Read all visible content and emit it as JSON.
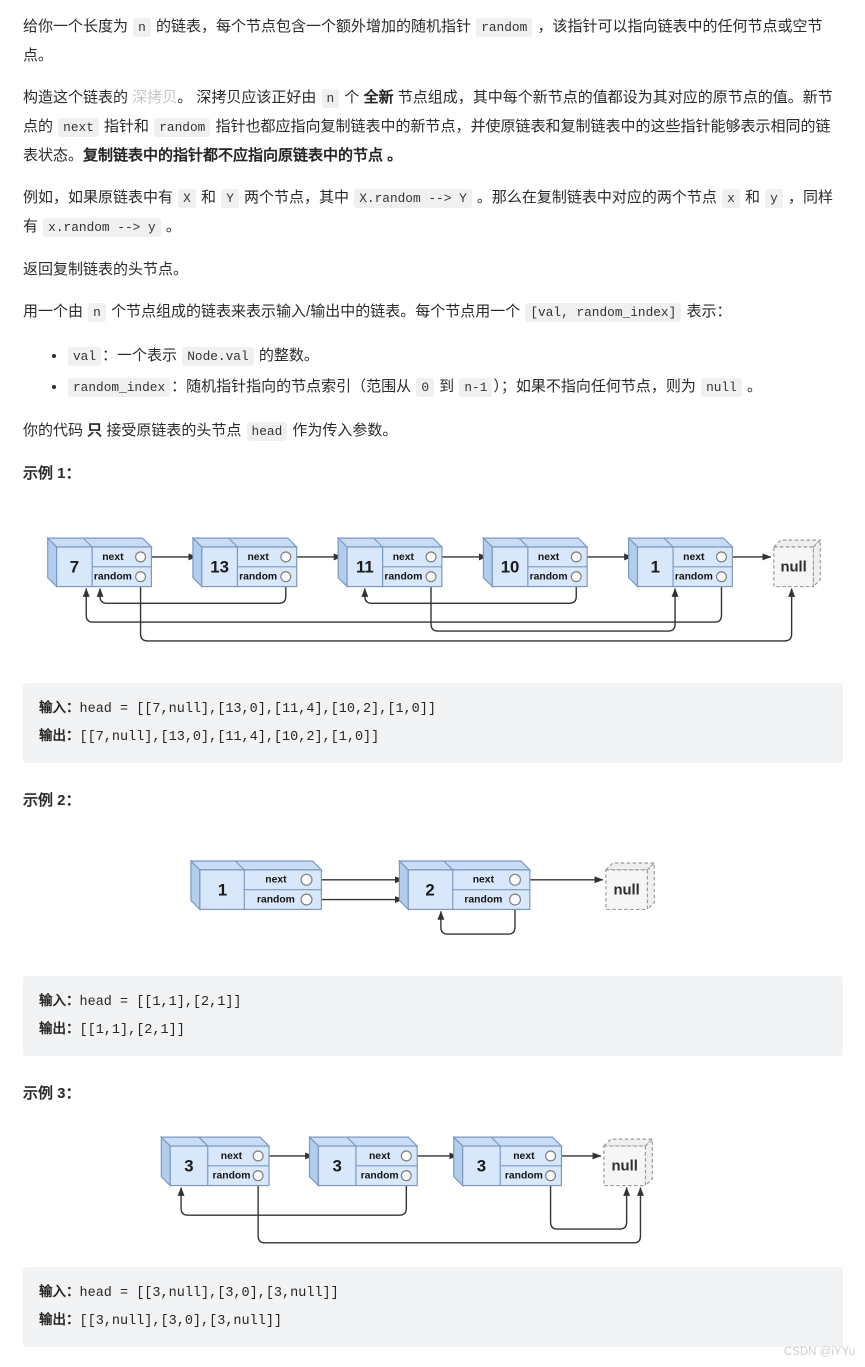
{
  "colors": {
    "node_fill": "#d9e7fa",
    "node_stroke": "#7a99c2",
    "code_bg": "#f0f0f1",
    "link_color": "#c3c5c9",
    "pre_bg": "#f2f3f4",
    "watermark_color": "#cfcfcf"
  },
  "labels": {
    "input": "输入：",
    "output": "输出：",
    "next": "next",
    "random": "random",
    "null": "null"
  },
  "paragraphs": {
    "p1": [
      {
        "t": "text",
        "v": "给你一个长度为 "
      },
      {
        "t": "code",
        "v": "n"
      },
      {
        "t": "text",
        "v": " 的链表，每个节点包含一个额外增加的随机指针 "
      },
      {
        "t": "code",
        "v": "random"
      },
      {
        "t": "text",
        "v": " ，该指针可以指向链表中的任何节点或空节点。"
      }
    ],
    "p2": [
      {
        "t": "text",
        "v": "构造这个链表的 "
      },
      {
        "t": "link",
        "v": "深拷贝"
      },
      {
        "t": "text",
        "v": "。 深拷贝应该正好由 "
      },
      {
        "t": "code",
        "v": "n"
      },
      {
        "t": "text",
        "v": " 个 "
      },
      {
        "t": "bold",
        "v": "全新"
      },
      {
        "t": "text",
        "v": " 节点组成，其中每个新节点的值都设为其对应的原节点的值。新节点的 "
      },
      {
        "t": "code",
        "v": "next"
      },
      {
        "t": "text",
        "v": " 指针和 "
      },
      {
        "t": "code",
        "v": "random"
      },
      {
        "t": "text",
        "v": " 指针也都应指向复制链表中的新节点，并使原链表和复制链表中的这些指针能够表示相同的链表状态。"
      },
      {
        "t": "bold",
        "v": "复制链表中的指针都不应指向原链表中的节点 。"
      }
    ],
    "p3": [
      {
        "t": "text",
        "v": "例如，如果原链表中有 "
      },
      {
        "t": "code",
        "v": "X"
      },
      {
        "t": "text",
        "v": " 和 "
      },
      {
        "t": "code",
        "v": "Y"
      },
      {
        "t": "text",
        "v": " 两个节点，其中 "
      },
      {
        "t": "code",
        "v": "X.random --> Y"
      },
      {
        "t": "text",
        "v": " 。那么在复制链表中对应的两个节点 "
      },
      {
        "t": "code",
        "v": "x"
      },
      {
        "t": "text",
        "v": " 和 "
      },
      {
        "t": "code",
        "v": "y"
      },
      {
        "t": "text",
        "v": " ，同样有 "
      },
      {
        "t": "code",
        "v": "x.random --> y"
      },
      {
        "t": "text",
        "v": " 。"
      }
    ],
    "p4": [
      {
        "t": "text",
        "v": "返回复制链表的头节点。"
      }
    ],
    "p5": [
      {
        "t": "text",
        "v": "用一个由 "
      },
      {
        "t": "code",
        "v": "n"
      },
      {
        "t": "text",
        "v": " 个节点组成的链表来表示输入/输出中的链表。每个节点用一个 "
      },
      {
        "t": "code",
        "v": "[val, random_index]"
      },
      {
        "t": "text",
        "v": " 表示："
      }
    ],
    "p6": [
      {
        "t": "text",
        "v": "你的代码 "
      },
      {
        "t": "bold",
        "v": "只"
      },
      {
        "t": "text",
        "v": " 接受原链表的头节点 "
      },
      {
        "t": "code",
        "v": "head"
      },
      {
        "t": "text",
        "v": " 作为传入参数。"
      }
    ]
  },
  "bullets": [
    [
      {
        "t": "code",
        "v": "val"
      },
      {
        "t": "text",
        "v": "：一个表示 "
      },
      {
        "t": "code",
        "v": "Node.val"
      },
      {
        "t": "text",
        "v": " 的整数。"
      }
    ],
    [
      {
        "t": "code",
        "v": "random_index"
      },
      {
        "t": "text",
        "v": "：随机指针指向的节点索引（范围从 "
      },
      {
        "t": "code",
        "v": "0"
      },
      {
        "t": "text",
        "v": " 到 "
      },
      {
        "t": "code",
        "v": "n-1"
      },
      {
        "t": "text",
        "v": "）；如果不指向任何节点，则为 "
      },
      {
        "t": "code",
        "v": "null"
      },
      {
        "t": "text",
        "v": " 。"
      }
    ]
  ],
  "examples": [
    {
      "title": "示例 1：",
      "nodes": [
        "7",
        "13",
        "11",
        "10",
        "1"
      ],
      "input": "head = [[7,null],[13,0],[11,4],[10,2],[1,0]]",
      "output": "[[7,null],[13,0],[11,4],[10,2],[1,0]]"
    },
    {
      "title": "示例 2：",
      "nodes": [
        "1",
        "2"
      ],
      "input": "head = [[1,1],[2,1]]",
      "output": "[[1,1],[2,1]]"
    },
    {
      "title": "示例 3：",
      "nodes": [
        "3",
        "3",
        "3"
      ],
      "input": "head = [[3,null],[3,0],[3,null]]",
      "output": "[[3,null],[3,0],[3,null]]"
    }
  ],
  "watermark": "CSDN @iYYu"
}
